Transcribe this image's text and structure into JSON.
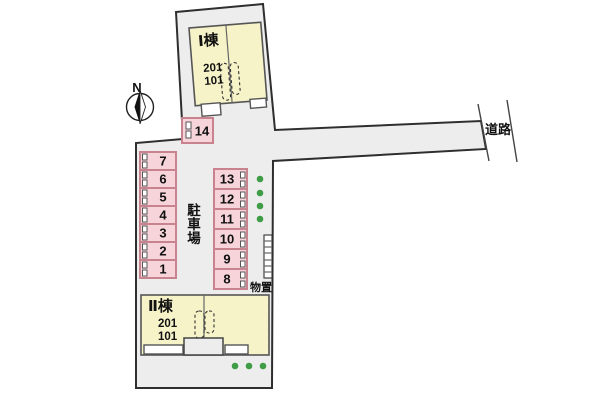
{
  "compass": {
    "label": "N"
  },
  "road": {
    "label": "道路"
  },
  "buildings": {
    "building1": {
      "name": "Ⅰ棟",
      "unit_upper": "201",
      "unit_lower": "101"
    },
    "building2": {
      "name": "Ⅱ棟",
      "unit_upper": "201",
      "unit_lower": "101"
    }
  },
  "parking": {
    "area_label_chars": [
      "駐",
      "車",
      "場"
    ],
    "space14": "14",
    "left_column": [
      "7",
      "6",
      "5",
      "4",
      "3",
      "2",
      "1"
    ],
    "middle_column": [
      "13",
      "12",
      "11",
      "10",
      "9",
      "8"
    ]
  },
  "storage": {
    "label": "物置"
  },
  "colors": {
    "site_fill": "#ededed",
    "space_fill": "#f6d4da",
    "space_border": "#c9838f",
    "building_fill": "#f7f3c9",
    "tree_green": "#3f9c47"
  }
}
